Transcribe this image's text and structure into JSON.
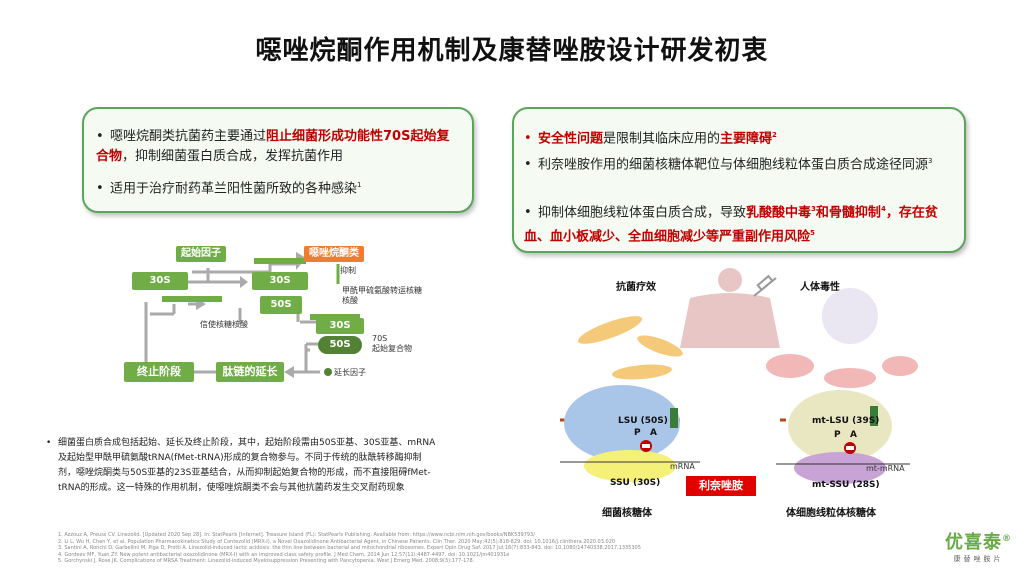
{
  "title": "噁唑烷酮作用机制及康替唑胺设计研发初衷",
  "left_box": {
    "b1_pre": "噁唑烷酮类抗菌药主要通过",
    "b1_red": "阻止细菌形成功能性70S起始复合物",
    "b1_post": "，抑制细菌蛋白质合成，发挥抗菌作用",
    "b2": "适用于治疗耐药革兰阳性菌所致的各种感染",
    "b2_sup": "1"
  },
  "right_box": {
    "b1_red": "安全性问题",
    "b1_mid": "是限制其临床应用的",
    "b1_red2": "主要障碍",
    "b1_sup": "2",
    "b2": "利奈唑胺作用的细菌核糖体靶位与体细胞线粒体蛋白质合成途径同源",
    "b2_sup": "3",
    "b3_pre": "抑制体细胞线粒体蛋白质合成，导致",
    "b3_red": "乳酸酸中毒",
    "b3_sup1": "3",
    "b3_red_and": "和",
    "b3_red2": "骨髓抑制",
    "b3_sup2": "4",
    "b3_red3": "，存在贫血、血小板减少、全血细胞减少等严重副作用风险",
    "b3_sup3": "5"
  },
  "left_diagram": {
    "initiation_factor": "起始因子",
    "oxazolidinone": "噁唑烷酮类",
    "inhibit": "抑制",
    "s30_a": "30S",
    "s30_b": "30S",
    "s30_c": "30S",
    "s50_a": "50S",
    "s50_b": "50S",
    "fmet_trna": "甲酰甲硫氨酸转运核糖核酸",
    "mrna": "信使核糖核酸",
    "complex70_a": "70S",
    "complex70_b": "起始复合物",
    "termination": "终止阶段",
    "elongation": "肽链的延长",
    "elongation_factor": "延长因子"
  },
  "description": "细菌蛋白质合成包括起始、延长及终止阶段，其中，起始阶段需由50S亚基、30S亚基、mRNA及起始型甲酰甲硫氨酸tRNA(fMet-tRNA)形成的复合物参与。不同于传统的肽酰转移酶抑制剂，噁唑烷酮类与50S亚基的23S亚基结合，从而抑制起始复合物的形成，而不直接阻碍fMet-tRNA的形成。这一特殊的作用机制，使噁唑烷酮类不会与其他抗菌药发生交叉耐药现象",
  "references": [
    "1.   Azzouz A, Preuss CV. Linezolid. [Updated 2020 Sep 28]. In: StatPearls [Internet]. Treasure Island (FL): StatPearls Publishing. Available from: https://www.ncbi.nlm.nih.gov/books/NBK539793/",
    "2.   Li L, Wu H, Chen Y, et al. Population Pharmacokinetics Study of Contezolid (MRX-I), a Novel Oxazolidinone Antibacterial Agent, in Chinese Patients. Clin Ther. 2020 May;42(5):818-829. doi: 10.1016/j.clinthera.2020.03.020",
    "3.   Santini A, Ronchi D, Garbellini M, Piga D, Protti A. Linezolid-induced lactic acidosis: the thin line between bacterial and mitochondrial ribosomes. Expert Opin Drug Saf. 2017 Jul;16(7):833-843. doi: 10.1080/14740338.2017.1335305",
    "4.   Gordeev MF, Yuan ZY. New potent antibacterial oxazolidinone (MRX-I) with an improved class safety profile. J Med Chem. 2014 Jun 12;57(11):4487-4497. doi: 10.1021/jm401931e",
    "5.   Gorchynski J, Rose JK. Complications of MRSA Treatment: Linezolid-induced Myelosuppression Presenting with Pancytopenia. West J Emerg Med. 2008;9(3):177-178."
  ],
  "right_diagram": {
    "antibacterial": "抗菌疗效",
    "toxicity": "人体毒性",
    "lsu": "LSU (50S)",
    "ssu": "SSU (30S)",
    "p": "P",
    "a": "A",
    "mrna": "mRNA",
    "mt_lsu": "mt-LSU (39S)",
    "mt_ssu": "mt-SSU (28S)",
    "mt_p": "P",
    "mt_a": "A",
    "mt_mrna": "mt-mRNA",
    "linezolid": "利奈唑胺",
    "bacterial_ribosome": "细菌核糖体",
    "mito_ribosome": "体细胞线粒体核糖体"
  },
  "logo": {
    "main": "优喜泰",
    "reg": "®",
    "sub": "康替唑胺片"
  }
}
